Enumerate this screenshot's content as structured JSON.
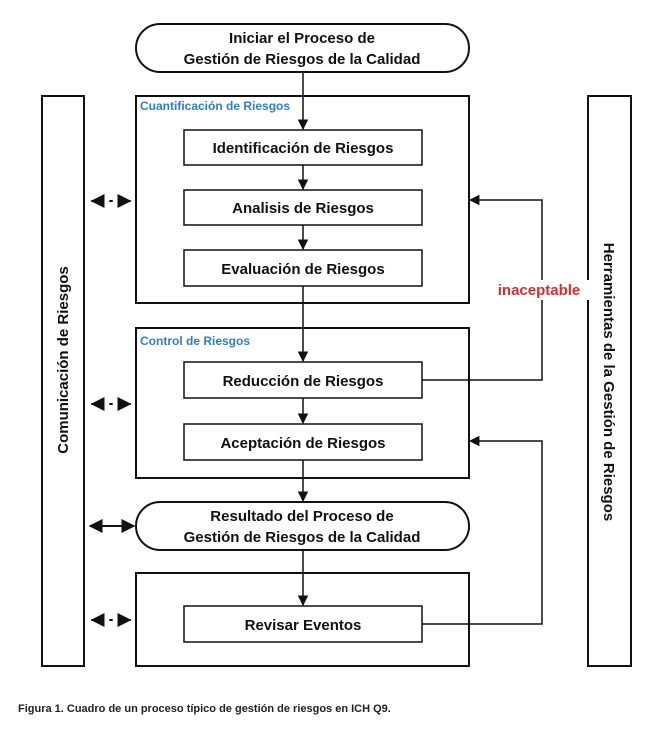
{
  "colors": {
    "section_label": "#2f7fc1",
    "unacceptable": "#d0312d",
    "stroke": "#111111"
  },
  "start": {
    "line1": "Iniciar el Proceso de",
    "line2": "Gestión de Riesgos de la Calidad"
  },
  "assessment": {
    "label": "Cuantificación de Riesgos",
    "steps": [
      "Identificación de Riesgos",
      "Analisis de Riesgos",
      "Evaluación de Riesgos"
    ]
  },
  "control": {
    "label": "Control de Riesgos",
    "steps": [
      "Reducción de Riesgos",
      "Aceptación de Riesgos"
    ]
  },
  "output": {
    "line1": "Resultado del Proceso de",
    "line2": "Gestión de Riesgos de la Calidad"
  },
  "review": {
    "step": "Revisar Eventos"
  },
  "left_panel": "Comunicación de Riesgos",
  "right_panel": "Herramientas de la Gestión de Riesgos",
  "loop_label": "inaceptable",
  "caption": "Figura 1. Cuadro de un proceso típico de gestión de riesgos en ICH Q9."
}
